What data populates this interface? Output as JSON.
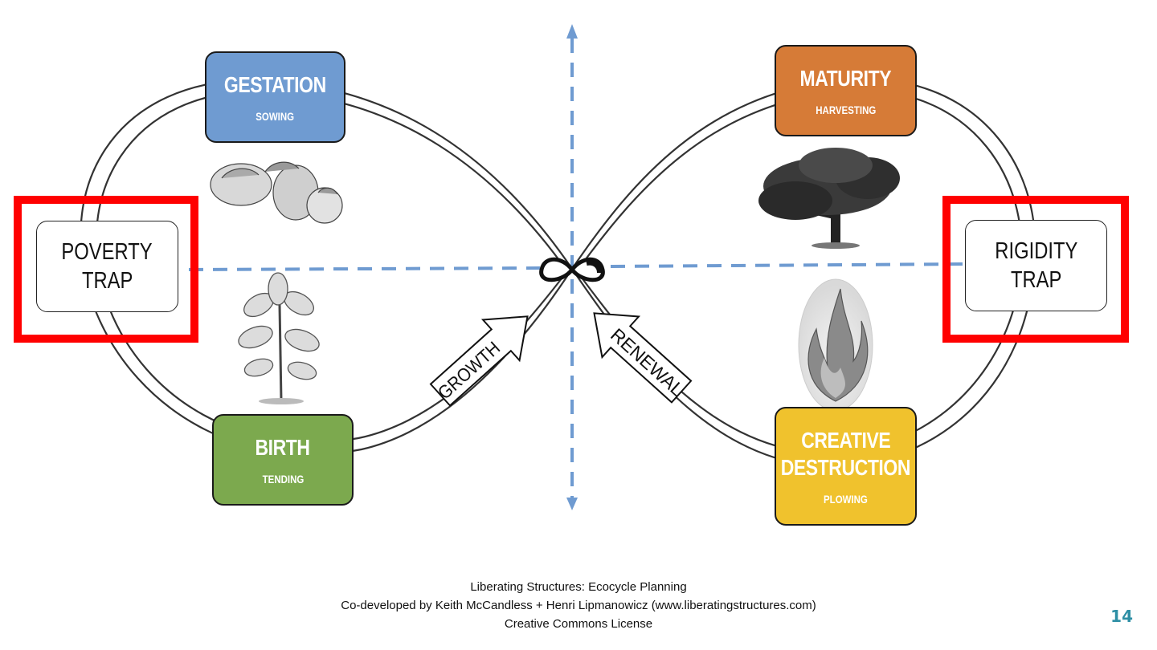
{
  "phases": {
    "gestation": {
      "title": "GESTATION",
      "subtitle": "SOWING",
      "color": "#6f9bd1"
    },
    "maturity": {
      "title": "MATURITY",
      "subtitle": "HARVESTING",
      "color": "#d67b37"
    },
    "birth": {
      "title": "BIRTH",
      "subtitle": "TENDING",
      "color": "#7ca94e"
    },
    "creative_destruction": {
      "title_line1": "CREATIVE",
      "title_line2": "DESTRUCTION",
      "subtitle": "PLOWING",
      "color": "#f0c22d"
    }
  },
  "traps": {
    "poverty": {
      "line1": "POVERTY",
      "line2": "TRAP"
    },
    "rigidity": {
      "line1": "RIGIDITY",
      "line2": "TRAP"
    }
  },
  "arrows": {
    "growth": "GROWTH",
    "renewal": "RENEWAL"
  },
  "colors": {
    "highlight": "#ff0000",
    "axis": "#6f9bd1",
    "page_number": "#2e8fa5"
  },
  "illustrations": {
    "acorns": "acorns-illustration",
    "sapling": "oak-sapling-illustration",
    "tree": "oak-tree-illustration",
    "fire": "fire-illustration",
    "infinity": "infinity-symbol-icon"
  },
  "footer": {
    "line1": "Liberating Structures: Ecocycle Planning",
    "line2": "Co-developed by Keith McCandless + Henri Lipmanowicz (www.liberatingstructures.com)",
    "line3": "Creative Commons License"
  },
  "page_number": "14"
}
